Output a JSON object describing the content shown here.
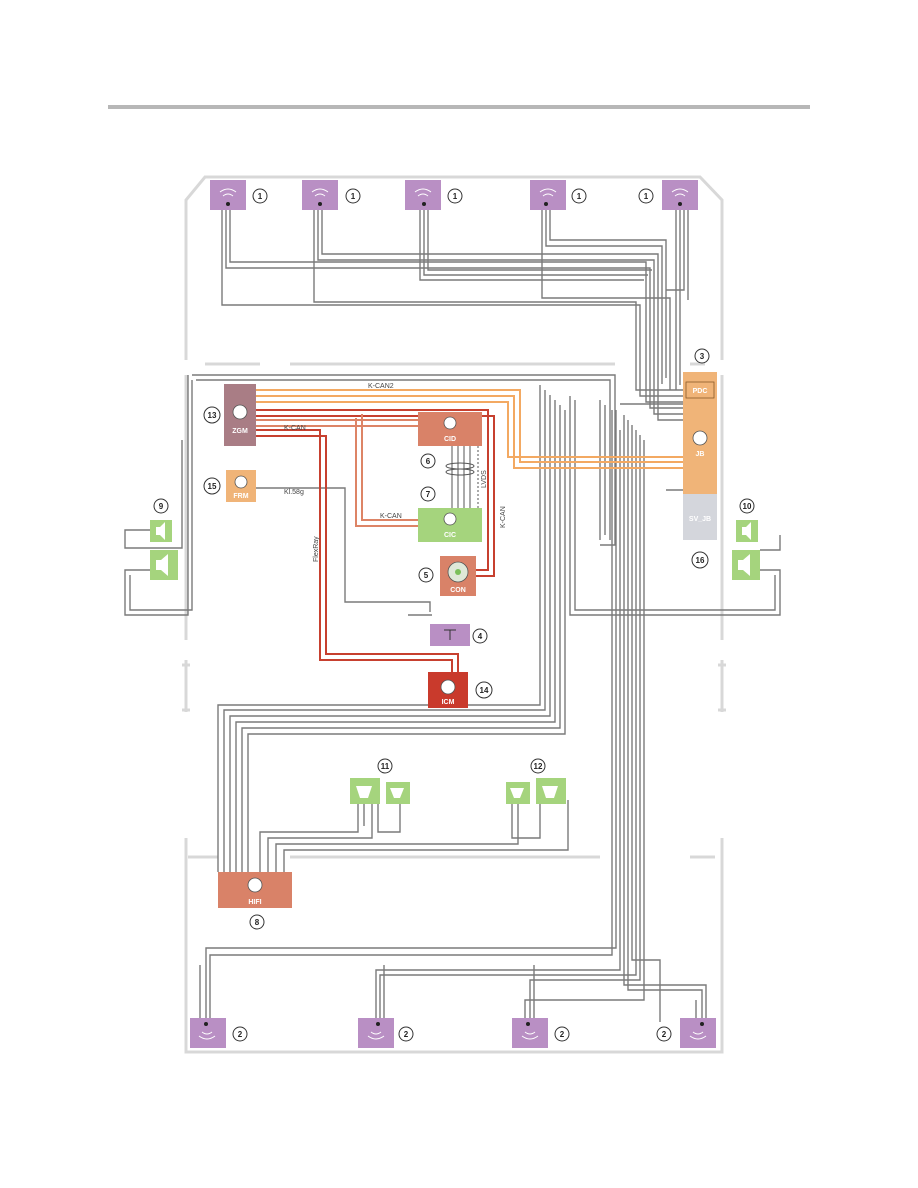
{
  "colors": {
    "purple": "#b98fc4",
    "orange": "#f0b478",
    "salmon": "#d98268",
    "red": "#c93a2c",
    "mauve": "#a97d85",
    "green": "#a5d47d",
    "grey_box": "#d4d6dc",
    "wire_grey": "#7a7a7a",
    "bus_orange": "#f3a962",
    "bus_red": "#c7402f",
    "bus_salmon": "#dd8466",
    "outline": "#d8d8d8",
    "rule": "#b7b7b7"
  },
  "icons": {
    "transistor": "transistor-icon",
    "antenna": "antenna-icon",
    "speaker": "speaker-icon",
    "controller": "controller-icon",
    "ground": "ground-icon"
  },
  "modules": {
    "pdc": "PDC",
    "jb": "JB",
    "sv_jb": "SV_JB",
    "zgm": "ZGM",
    "frm": "FRM",
    "cid": "CID",
    "cic": "CIC",
    "con": "CON",
    "icm": "ICM",
    "hifi": "HIFI"
  },
  "wire_labels": {
    "kcan2": "K-CAN2",
    "kcan_top": "K-CAN",
    "kcan_cic": "K-CAN",
    "kcan_vert": "K-CAN",
    "lvds": "LVDS",
    "kl58g": "Kl.58g",
    "flexray": "FlexRay"
  },
  "callouts": {
    "n1": "1",
    "n2": "2",
    "n3": "3",
    "n4": "4",
    "n5": "5",
    "n6": "6",
    "n7": "7",
    "n8": "8",
    "n9": "9",
    "n10": "10",
    "n11": "11",
    "n12": "12",
    "n13": "13",
    "n14": "14",
    "n15": "15",
    "n16": "16"
  }
}
